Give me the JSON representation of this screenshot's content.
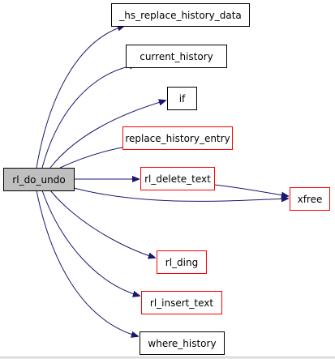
{
  "colors": {
    "edge": "#191970",
    "root_fill": "#bfbfbf",
    "root_border": "#000000",
    "plain_border": "#000000",
    "link_border": "#ff0000",
    "text": "#000000"
  },
  "nodes": [
    {
      "id": "rl_do_undo",
      "label": "rl_do_undo",
      "kind": "root"
    },
    {
      "id": "hs_replace_history_data",
      "label": "_hs_replace_history_data",
      "kind": "plain"
    },
    {
      "id": "current_history",
      "label": "current_history",
      "kind": "plain"
    },
    {
      "id": "if",
      "label": "if",
      "kind": "plain"
    },
    {
      "id": "replace_history_entry",
      "label": "replace_history_entry",
      "kind": "link"
    },
    {
      "id": "rl_delete_text",
      "label": "rl_delete_text",
      "kind": "link"
    },
    {
      "id": "xfree",
      "label": "xfree",
      "kind": "link"
    },
    {
      "id": "rl_ding",
      "label": "rl_ding",
      "kind": "link"
    },
    {
      "id": "rl_insert_text",
      "label": "rl_insert_text",
      "kind": "link"
    },
    {
      "id": "where_history",
      "label": "where_history",
      "kind": "plain"
    }
  ],
  "edges": [
    {
      "from": "rl_do_undo",
      "to": "hs_replace_history_data"
    },
    {
      "from": "rl_do_undo",
      "to": "current_history"
    },
    {
      "from": "rl_do_undo",
      "to": "if"
    },
    {
      "from": "rl_do_undo",
      "to": "replace_history_entry"
    },
    {
      "from": "rl_do_undo",
      "to": "rl_delete_text"
    },
    {
      "from": "rl_do_undo",
      "to": "xfree"
    },
    {
      "from": "rl_delete_text",
      "to": "xfree"
    },
    {
      "from": "rl_do_undo",
      "to": "rl_ding"
    },
    {
      "from": "rl_do_undo",
      "to": "rl_insert_text"
    },
    {
      "from": "rl_do_undo",
      "to": "where_history"
    }
  ]
}
